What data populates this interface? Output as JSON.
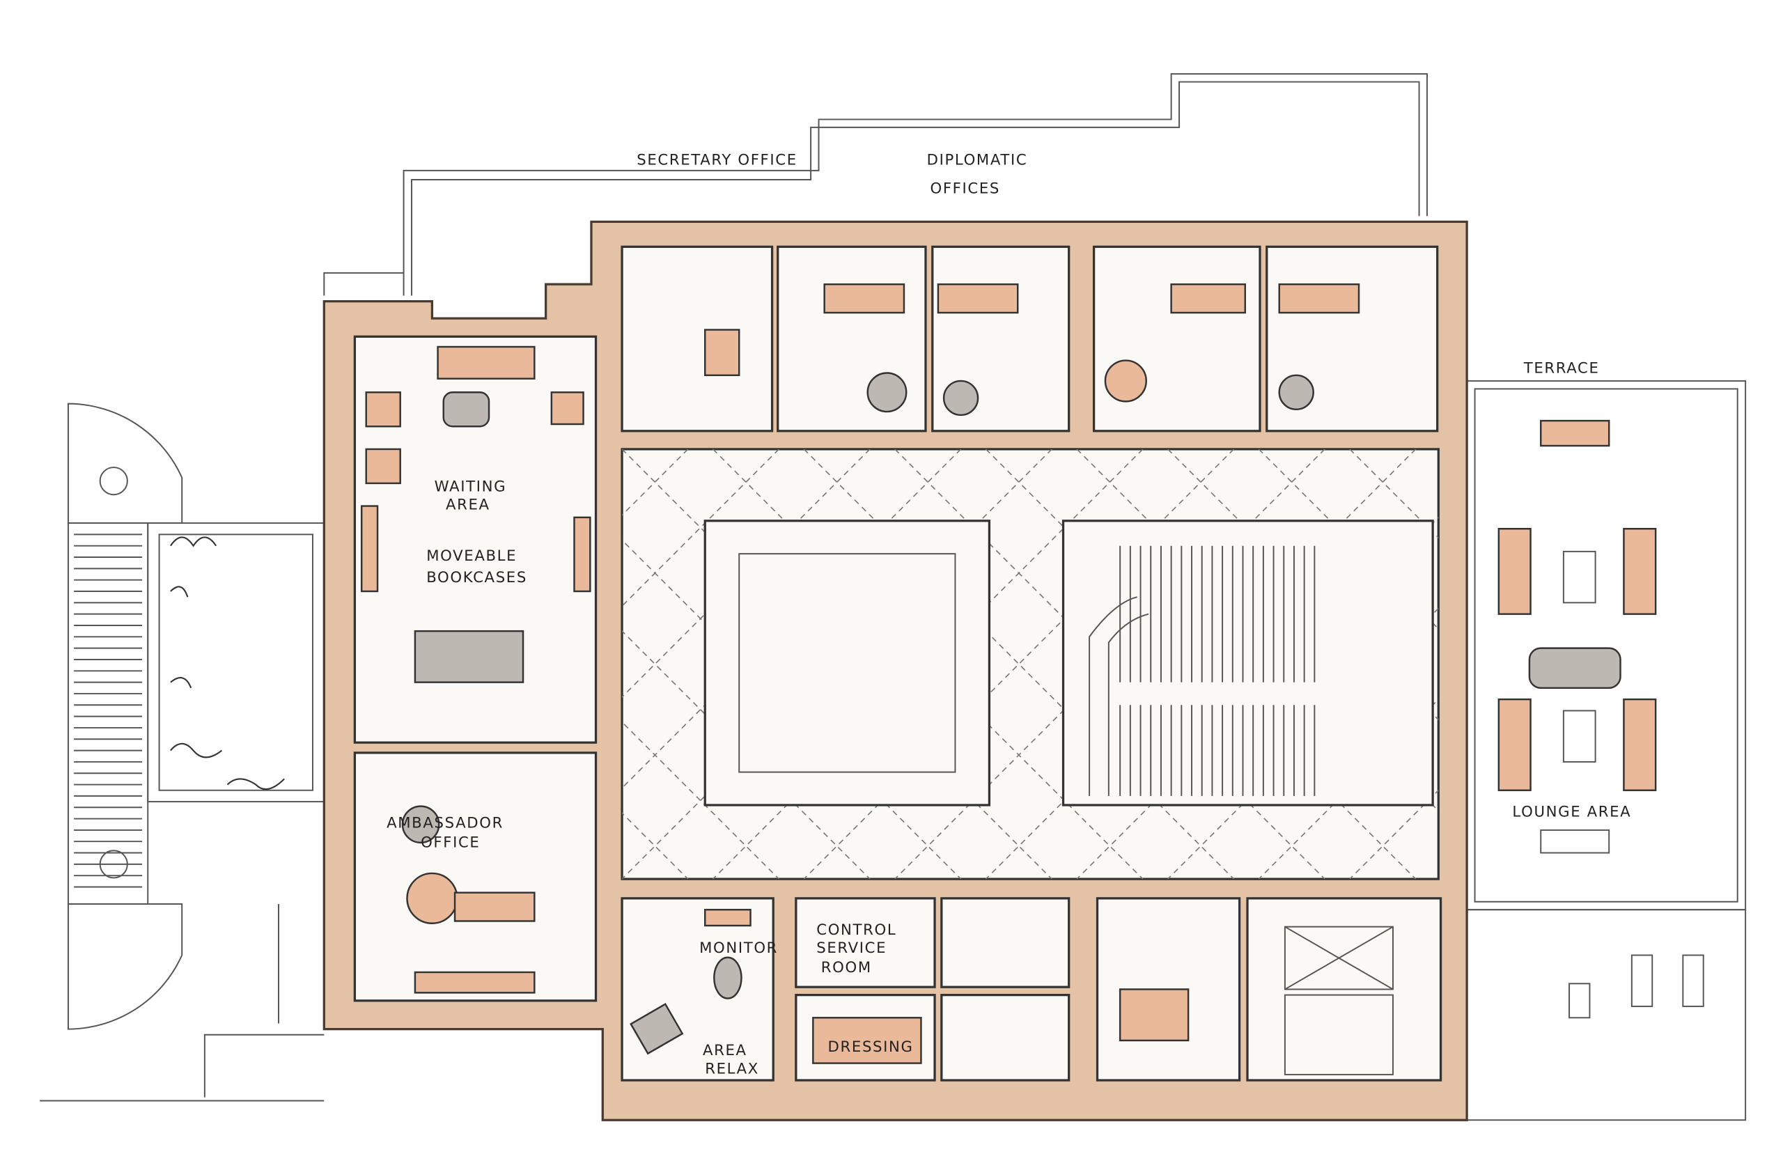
{
  "plan": {
    "labels": {
      "secretary_office": "SECRETARY OFFICE",
      "diplomatic_offices_1": "DIPLOMATIC",
      "diplomatic_offices_2": "OFFICES",
      "terrace": "TERRACE",
      "waiting_area_1": "WAITING",
      "waiting_area_2": "AREA",
      "moveable_bookcases_1": "MOVEABLE",
      "moveable_bookcases_2": "BOOKCASES",
      "ambassador_office_1": "AMBASSADOR",
      "ambassador_office_2": "OFFICE",
      "lounge_area": "LOUNGE AREA",
      "monitor": "MONITOR",
      "control_service_room_1": "CONTROL",
      "control_service_room_2": "SERVICE",
      "control_service_room_3": "ROOM",
      "area_relax_1": "AREA",
      "area_relax_2": "RELAX",
      "dressing": "DRESSING"
    },
    "colors": {
      "wall": "#e3c2a6",
      "furniture": "#e9b99a",
      "ink": "#333333"
    }
  }
}
